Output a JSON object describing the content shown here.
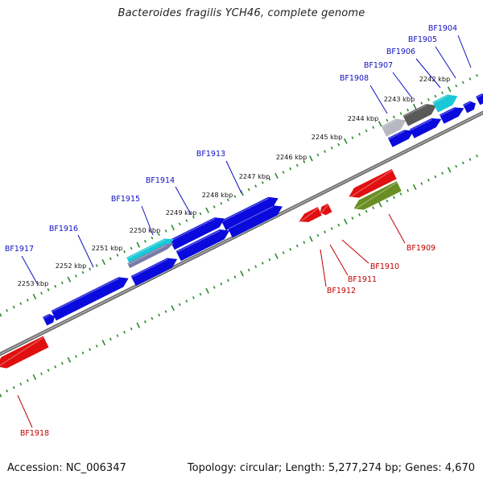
{
  "title": "Bacteroides fragilis YCH46, complete genome",
  "footer": {
    "accession": "Accession: NC_006347",
    "summary": "Topology: circular; Length: 5,277,274 bp; Genes: 4,670"
  },
  "colors": {
    "forward_gene": "#0a0adc",
    "reverse_gene": "#e01010",
    "olive_gene": "#6b8e23",
    "cyan_gene": "#19c8d6",
    "dark_gray_gene": "#5a5a5a",
    "light_gray_gene": "#b8b8c0",
    "backbone": "#777777",
    "ticks": "#2a8a2a",
    "forward_label": "#1010c0",
    "reverse_label": "#c00000"
  },
  "kbp_ticks": [
    "2242 kbp",
    "2243 kbp",
    "2244 kbp",
    "2245 kbp",
    "2246 kbp",
    "2247 kbp",
    "2248 kbp",
    "2249 kbp",
    "2250 kbp",
    "2251 kbp",
    "2252 kbp",
    "2253 kbp"
  ],
  "forward_labels": [
    "BF1904",
    "BF1905",
    "BF1906",
    "BF1907",
    "BF1908",
    "BF1913",
    "BF1914",
    "BF1915",
    "BF1916",
    "BF1917"
  ],
  "reverse_labels": [
    "BF1909",
    "BF1910",
    "BF1911",
    "BF1912",
    "BF1918"
  ]
}
